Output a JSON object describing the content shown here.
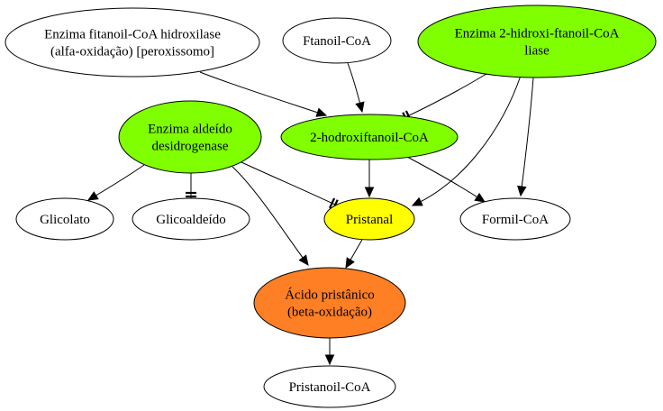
{
  "nodes": [
    {
      "id": "fitanoil-hidroxilase",
      "lines": [
        "Enzima fitanoil-CoA hidroxilase",
        "(alfa-oxidação) [peroxissomo]"
      ],
      "fill": "#ffffff"
    },
    {
      "id": "ftanoil-coa",
      "lines": [
        "Ftanoil-CoA"
      ],
      "fill": "#ffffff"
    },
    {
      "id": "hidroxi-ftanoil-liase",
      "lines": [
        "Enzima 2-hidroxi-ftanoil-CoA",
        "liase"
      ],
      "fill": "#7fff00"
    },
    {
      "id": "aldeido-desidrogenase",
      "lines": [
        "Enzima aldeído",
        "desidrogenase"
      ],
      "fill": "#7fff00"
    },
    {
      "id": "hodroxiftanoil-coa",
      "lines": [
        "2-hodroxiftanoil-CoA"
      ],
      "fill": "#7fff00"
    },
    {
      "id": "glicolato",
      "lines": [
        "Glicolato"
      ],
      "fill": "#ffffff"
    },
    {
      "id": "glicoaldeido",
      "lines": [
        "Glicoaldeído"
      ],
      "fill": "#ffffff"
    },
    {
      "id": "pristanal",
      "lines": [
        "Pristanal"
      ],
      "fill": "#ffff00"
    },
    {
      "id": "formil-coa",
      "lines": [
        "Formil-CoA"
      ],
      "fill": "#ffffff"
    },
    {
      "id": "acido-pristanico",
      "lines": [
        "Ácido pristânico",
        "(beta-oxidação)"
      ],
      "fill": "#ff7f24"
    },
    {
      "id": "pristanoil-coa",
      "lines": [
        "Pristanoil-CoA"
      ],
      "fill": "#ffffff"
    }
  ],
  "edges": [
    {
      "from": "fitanoil-hidroxilase",
      "to": "hodroxiftanoil-coa",
      "type": "arrow"
    },
    {
      "from": "ftanoil-coa",
      "to": "hodroxiftanoil-coa",
      "type": "arrow"
    },
    {
      "from": "hidroxi-ftanoil-liase",
      "to": "hodroxiftanoil-coa",
      "type": "tee"
    },
    {
      "from": "hidroxi-ftanoil-liase",
      "to": "pristanal",
      "type": "arrow"
    },
    {
      "from": "hidroxi-ftanoil-liase",
      "to": "formil-coa",
      "type": "arrow"
    },
    {
      "from": "aldeido-desidrogenase",
      "to": "glicolato",
      "type": "arrow"
    },
    {
      "from": "aldeido-desidrogenase",
      "to": "glicoaldeido",
      "type": "tee"
    },
    {
      "from": "aldeido-desidrogenase",
      "to": "pristanal",
      "type": "tee"
    },
    {
      "from": "aldeido-desidrogenase",
      "to": "acido-pristanico",
      "type": "arrow"
    },
    {
      "from": "hodroxiftanoil-coa",
      "to": "pristanal",
      "type": "arrow"
    },
    {
      "from": "hodroxiftanoil-coa",
      "to": "formil-coa",
      "type": "arrow"
    },
    {
      "from": "pristanal",
      "to": "acido-pristanico",
      "type": "arrow"
    },
    {
      "from": "acido-pristanico",
      "to": "pristanoil-coa",
      "type": "arrow"
    }
  ]
}
